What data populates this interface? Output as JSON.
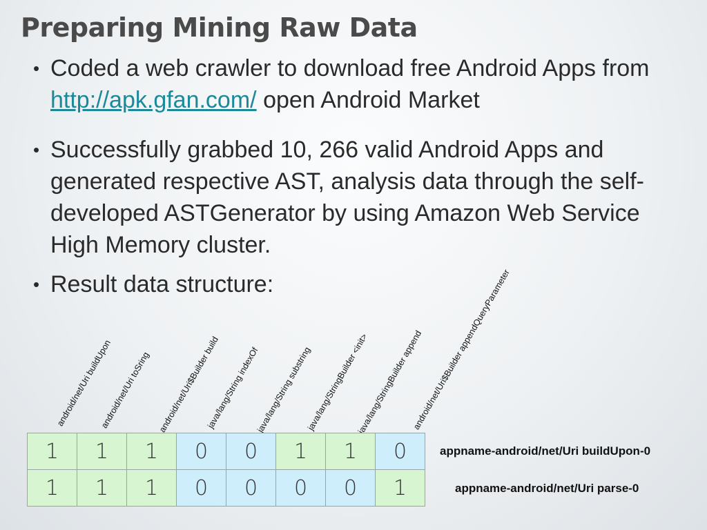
{
  "title": "Preparing Mining Raw Data",
  "bullets": [
    {
      "before_link": "Coded a web crawler to download free Android Apps from ",
      "link": "http://apk.gfan.com/",
      "after_link": " open Android Market"
    },
    {
      "text": "Successfully grabbed 10, 266 valid Android Apps and generated respective AST, analysis data through the self-developed ASTGenerator by using Amazon Web Service High Memory cluster."
    },
    {
      "text": "Result data structure:"
    }
  ],
  "bullet_symbol": "•",
  "columns": [
    "android/net/Uri buildUpon",
    "android/net/Uri toSring",
    "android/net/Uri$Builder build",
    "java/lang/String indexOf",
    "java/lang/String substring",
    "java/lang/StringBuilder <init>",
    "java/lang/StringBuilder append",
    "android/net/Uri$Builder appendQueryParameter"
  ],
  "rows": [
    {
      "label": "appname-android/net/Uri buildUpon-0",
      "values": [
        "1",
        "1",
        "1",
        "0",
        "0",
        "1",
        "1",
        "0"
      ]
    },
    {
      "label": "appname-android/net/Uri parse-0",
      "values": [
        "1",
        "1",
        "1",
        "0",
        "0",
        "0",
        "0",
        "1"
      ]
    }
  ],
  "colors": {
    "green_cell": "#d6f5d0",
    "blue_cell": "#cfeefb",
    "link": "#1a8a9a",
    "title": "#4a4a4a"
  }
}
